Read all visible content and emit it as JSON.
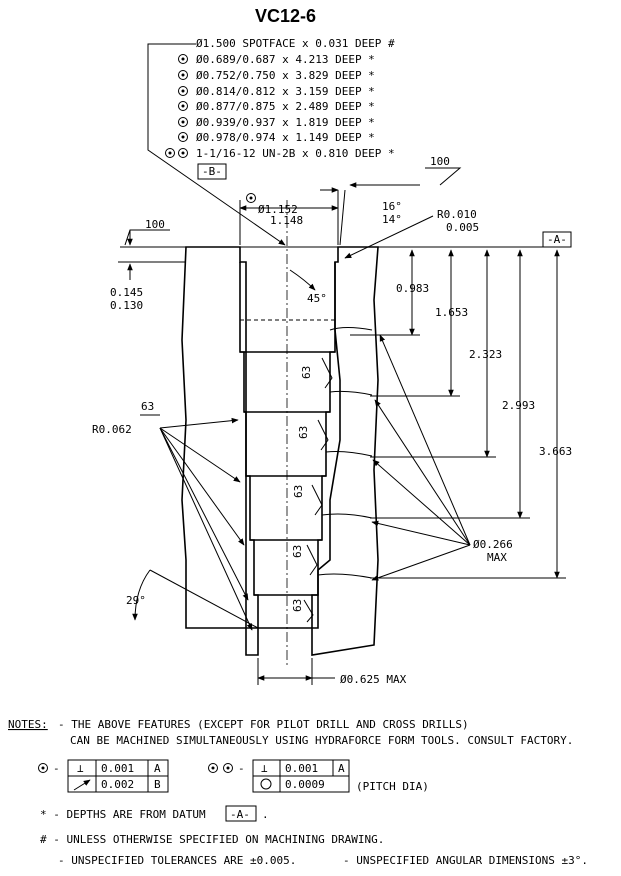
{
  "title": "VC12-6",
  "callouts": {
    "spotface": "Ø1.500 SPOTFACE x 0.031 DEEP #",
    "bores": [
      "Ø0.689/0.687 x 4.213 DEEP *",
      "Ø0.752/0.750 x 3.829 DEEP *",
      "Ø0.814/0.812 x 3.159 DEEP *",
      "Ø0.877/0.875 x 2.489 DEEP *",
      "Ø0.939/0.937 x 1.819 DEEP *",
      "Ø0.978/0.974 x 1.149 DEEP *"
    ],
    "thread": "1-1/16-12 UN-2B x 0.810 DEEP *",
    "datum_b": "-B-"
  },
  "dims": {
    "top_dia_1": "Ø1.152",
    "top_dia_2": "1.148",
    "angle_1": "16°",
    "angle_2": "14°",
    "radius_1": "R0.010",
    "radius_2": "0.005",
    "finish_top": "100",
    "finish_right": "100",
    "datum_a": "-A-",
    "chamfer_1": "0.145",
    "chamfer_2": "0.130",
    "angle_45": "45°",
    "depth_1": "0.983",
    "depth_2": "1.653",
    "depth_3": "2.323",
    "depth_4": "2.993",
    "depth_5": "3.663",
    "finish_63": "63",
    "radius_062": "R0.062",
    "angle_29": "29°",
    "cross_dia": "Ø0.266",
    "cross_max": "MAX",
    "bottom_dia": "Ø0.625 MAX"
  },
  "notes": {
    "label": "NOTES:",
    "line1": "- THE ABOVE FEATURES (EXCEPT FOR PILOT DRILL AND CROSS DRILLS)",
    "line2": "CAN BE MACHINED SIMULTANEOUSLY USING HYDRAFORCE FORM TOOLS. CONSULT FACTORY.",
    "fc1_row1_tol": "0.001",
    "fc1_row1_ref": "A",
    "fc1_row2_tol": "0.002",
    "fc1_row2_ref": "B",
    "fc2_row1_tol": "0.001",
    "fc2_row1_ref": "A",
    "fc2_row2_tol": "0.0009",
    "pitch": "(PITCH DIA)",
    "star_note": "* - DEPTHS ARE FROM DATUM",
    "star_datum": "-A-",
    "hash_note": "# - UNLESS OTHERWISE SPECIFIED ON MACHINING DRAWING.",
    "tol_note": "- UNSPECIFIED TOLERANCES ARE ±0.005.",
    "ang_note": "- UNSPECIFIED ANGULAR DIMENSIONS ±3°."
  }
}
